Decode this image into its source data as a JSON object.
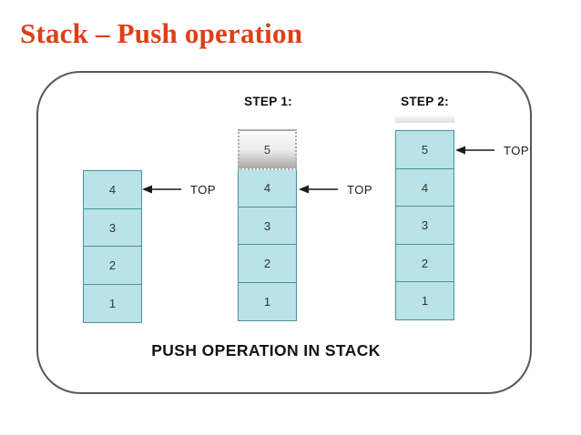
{
  "title": "Stack – Push operation",
  "diagram": {
    "caption": "PUSH OPERATION IN STACK",
    "top_label": "TOP",
    "steps": {
      "step1": "STEP 1:",
      "step2": "STEP 2:"
    },
    "stacks": [
      {
        "id": "initial",
        "cells": [
          "4",
          "3",
          "2",
          "1"
        ],
        "top_points_to": "4"
      },
      {
        "id": "step1",
        "pushed_cell": "5",
        "cells": [
          "4",
          "3",
          "2",
          "1"
        ],
        "top_points_to": "4"
      },
      {
        "id": "step2",
        "cells": [
          "5",
          "4",
          "3",
          "2",
          "1"
        ],
        "top_points_to": "5"
      }
    ],
    "colors": {
      "title_text": "#e03e17",
      "cell_fill": "#b9e3e7",
      "cell_border": "#46929c",
      "ghost_fill_top": "#fbfbfb",
      "ghost_fill_bottom": "#a8a8a8",
      "frame_border": "#57575a",
      "label_text": "#141414"
    }
  }
}
